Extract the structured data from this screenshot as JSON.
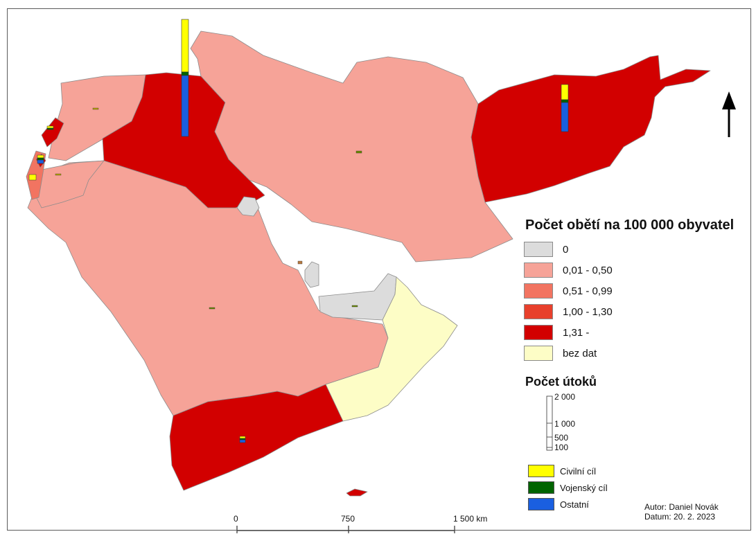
{
  "legend_victims": {
    "title": "Počet obětí na 100 000 obyvatel",
    "classes": [
      {
        "label": "0",
        "color": "#dcdcdc"
      },
      {
        "label": "0,01 - 0,50",
        "color": "#f6a398"
      },
      {
        "label": "0,51 - 0,99",
        "color": "#f27461"
      },
      {
        "label": "1,00 - 1,30",
        "color": "#e8402c"
      },
      {
        "label": "1,31 -",
        "color": "#d20000"
      },
      {
        "label": "bez dat",
        "color": "#fdfdc6"
      }
    ]
  },
  "legend_attacks": {
    "title": "Počet útoků",
    "ticks": [
      {
        "label": "2 000",
        "value": 2000
      },
      {
        "label": "1 000",
        "value": 1000
      },
      {
        "label": "500",
        "value": 500
      },
      {
        "label": "100",
        "value": 100
      }
    ]
  },
  "legend_targets": [
    {
      "label": "Civilní cíl",
      "color": "#ffff00"
    },
    {
      "label": "Vojenský cíl",
      "color": "#006400"
    },
    {
      "label": "Ostatní",
      "color": "#1a5fe0"
    }
  ],
  "scale_bar": {
    "labels": [
      "0",
      "750",
      "1 500 km"
    ]
  },
  "credits": {
    "author": "Autor: Daniel Novák",
    "date": "Datum: 20. 2. 2023"
  },
  "colors": {
    "water": "#ffffff",
    "border": "#8c8c8c",
    "north_arrow": "#000000"
  }
}
